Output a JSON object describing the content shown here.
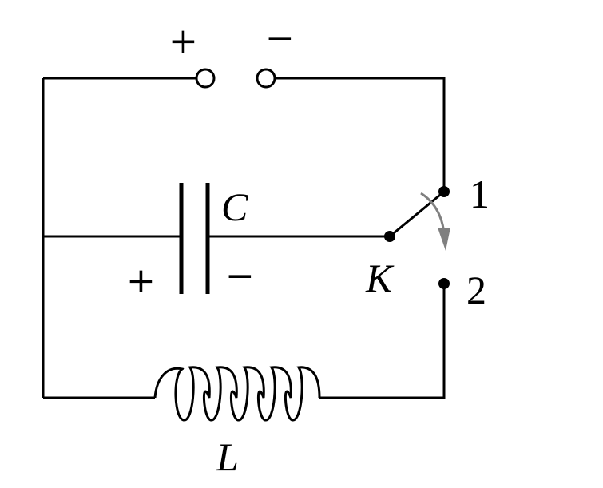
{
  "labels": {
    "source_plus": "+",
    "source_minus": "−",
    "capacitor": "C",
    "capacitor_plus": "+",
    "capacitor_minus": "−",
    "switch": "K",
    "contact_1": "1",
    "contact_2": "2",
    "inductor": "L"
  },
  "colors": {
    "line": "#000000",
    "arrow": "#808080",
    "background": "#ffffff"
  }
}
